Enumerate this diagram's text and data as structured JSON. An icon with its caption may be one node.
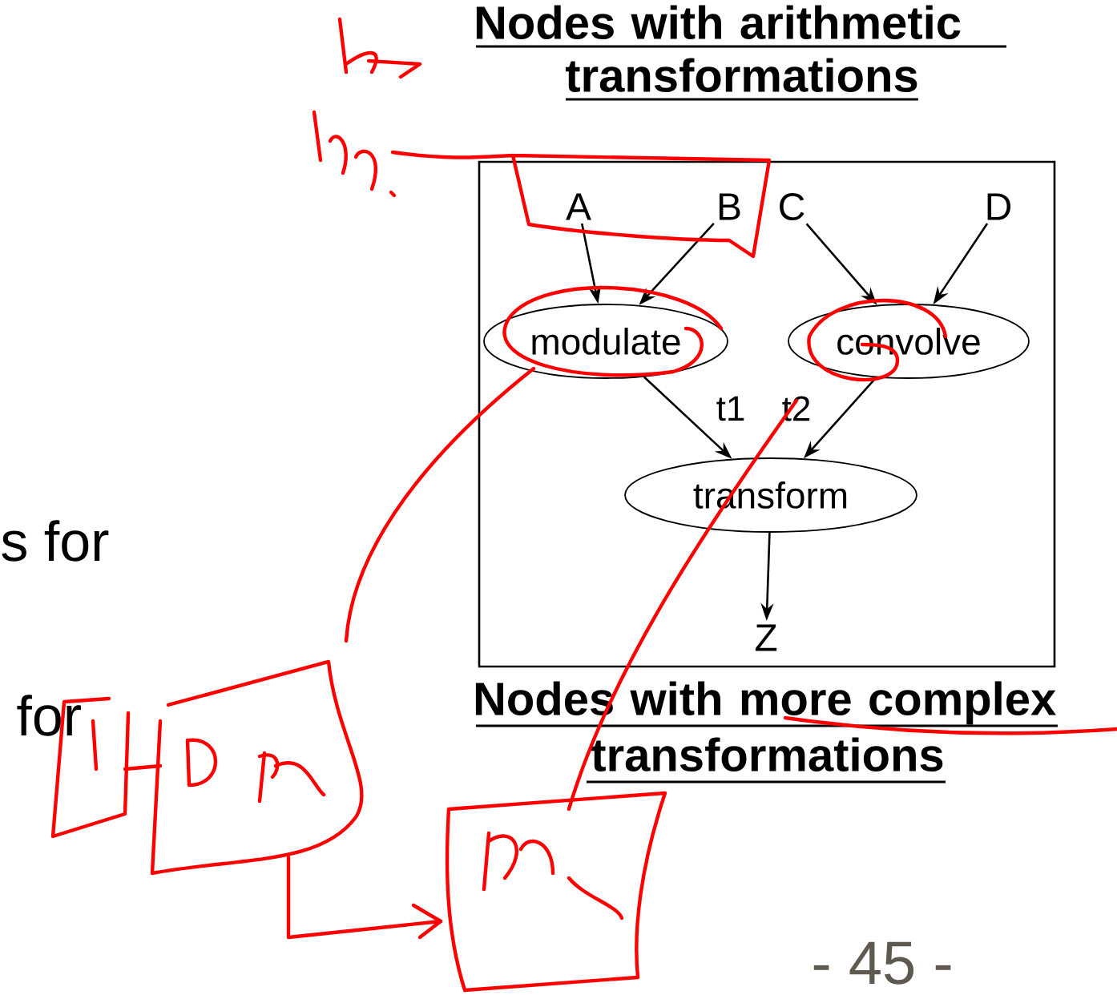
{
  "diagram": {
    "title": "Nodes with arithmetic transformations",
    "caption": "Nodes with more complex transformations",
    "nodes": [
      {
        "text": [],
        "shape": "box"
      },
      {
        "text": [
          "A"
        ],
        "in": 0
      },
      {
        "text": [
          "B"
        ],
        "in": 0
      },
      {
        "text": [
          "C"
        ],
        "in": 0
      },
      {
        "text": [
          "D"
        ],
        "in": 0
      },
      {
        "text": [
          "modulate"
        ],
        "in": 0
      },
      {
        "text": [
          "convolve"
        ],
        "in": 0
      },
      {
        "text": [
          "transform"
        ],
        "in": 0
      },
      {
        "text": [
          "Z"
        ],
        "in": 0
      }
    ],
    "edges": [
      {
        "from": 1,
        "to": 5,
        "arrow": "to"
      },
      {
        "from": 2,
        "to": 5,
        "arrow": "to"
      },
      {
        "from": 3,
        "to": 6,
        "arrow": "to"
      },
      {
        "from": 4,
        "to": 6,
        "arrow": "to"
      },
      {
        "from": 5,
        "to": 7,
        "arrow": "to",
        "label": "t1"
      },
      {
        "from": 6,
        "to": 7,
        "arrow": "to",
        "label": "t2"
      },
      {
        "from": 7,
        "to": 8,
        "arrow": "to"
      }
    ],
    "labels": [
      "s for",
      "for",
      "- 45 -"
    ]
  }
}
